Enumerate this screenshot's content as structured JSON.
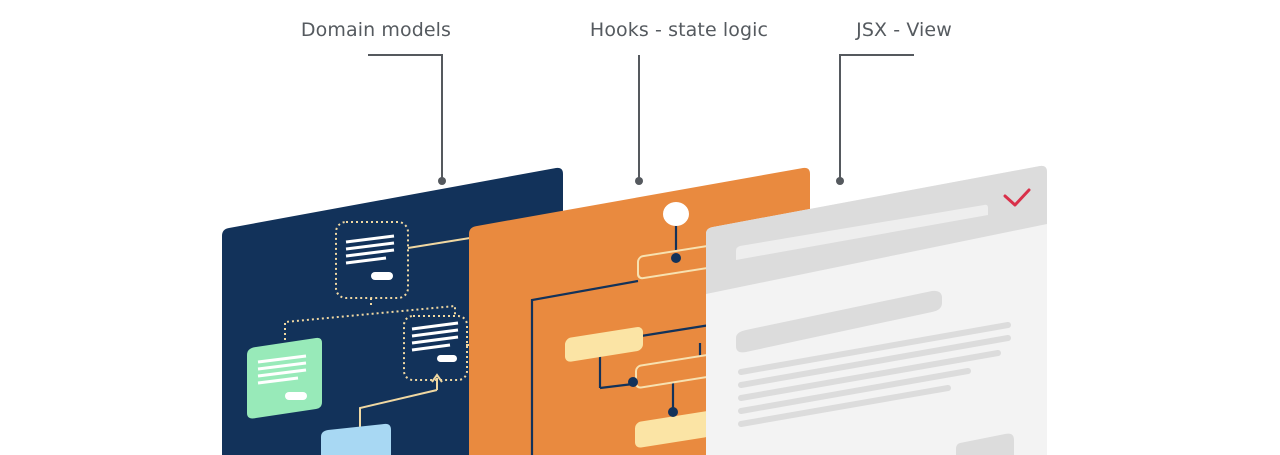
{
  "labels": {
    "domain": "Domain models",
    "hooks": "Hooks - state logic",
    "view": "JSX - View"
  },
  "colors": {
    "domain_panel": "#12325a",
    "hooks_panel": "#e98a3f",
    "view_panel": "#f3f3f3",
    "callout_line": "#55595e",
    "check_mark": "#d9304a"
  },
  "icons": {
    "view_status": "check-icon"
  }
}
